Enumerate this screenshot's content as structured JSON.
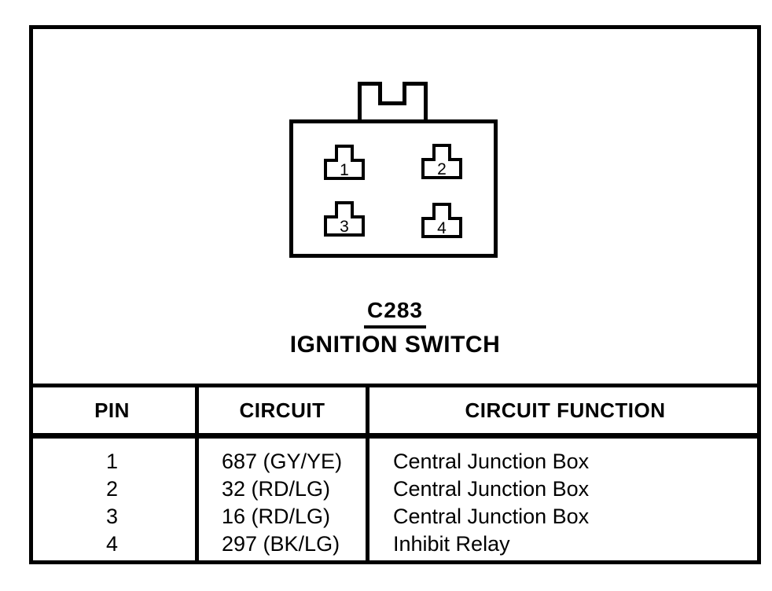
{
  "colors": {
    "ink": "#000000",
    "paper": "#ffffff"
  },
  "connector": {
    "id_label": "C283",
    "name_label": "IGNITION SWITCH",
    "pins": [
      {
        "label": "1"
      },
      {
        "label": "2"
      },
      {
        "label": "3"
      },
      {
        "label": "4"
      }
    ]
  },
  "pin_table": {
    "headers": {
      "pin": "PIN",
      "circuit": "CIRCUIT",
      "function": "CIRCUIT FUNCTION"
    },
    "rows": [
      {
        "pin": "1",
        "circuit": "687 (GY/YE)",
        "function": "Central Junction Box"
      },
      {
        "pin": "2",
        "circuit": "32 (RD/LG)",
        "function": "Central Junction Box"
      },
      {
        "pin": "3",
        "circuit": "16 (RD/LG)",
        "function": "Central Junction Box"
      },
      {
        "pin": "4",
        "circuit": "297 (BK/LG)",
        "function": "Inhibit Relay"
      }
    ]
  }
}
